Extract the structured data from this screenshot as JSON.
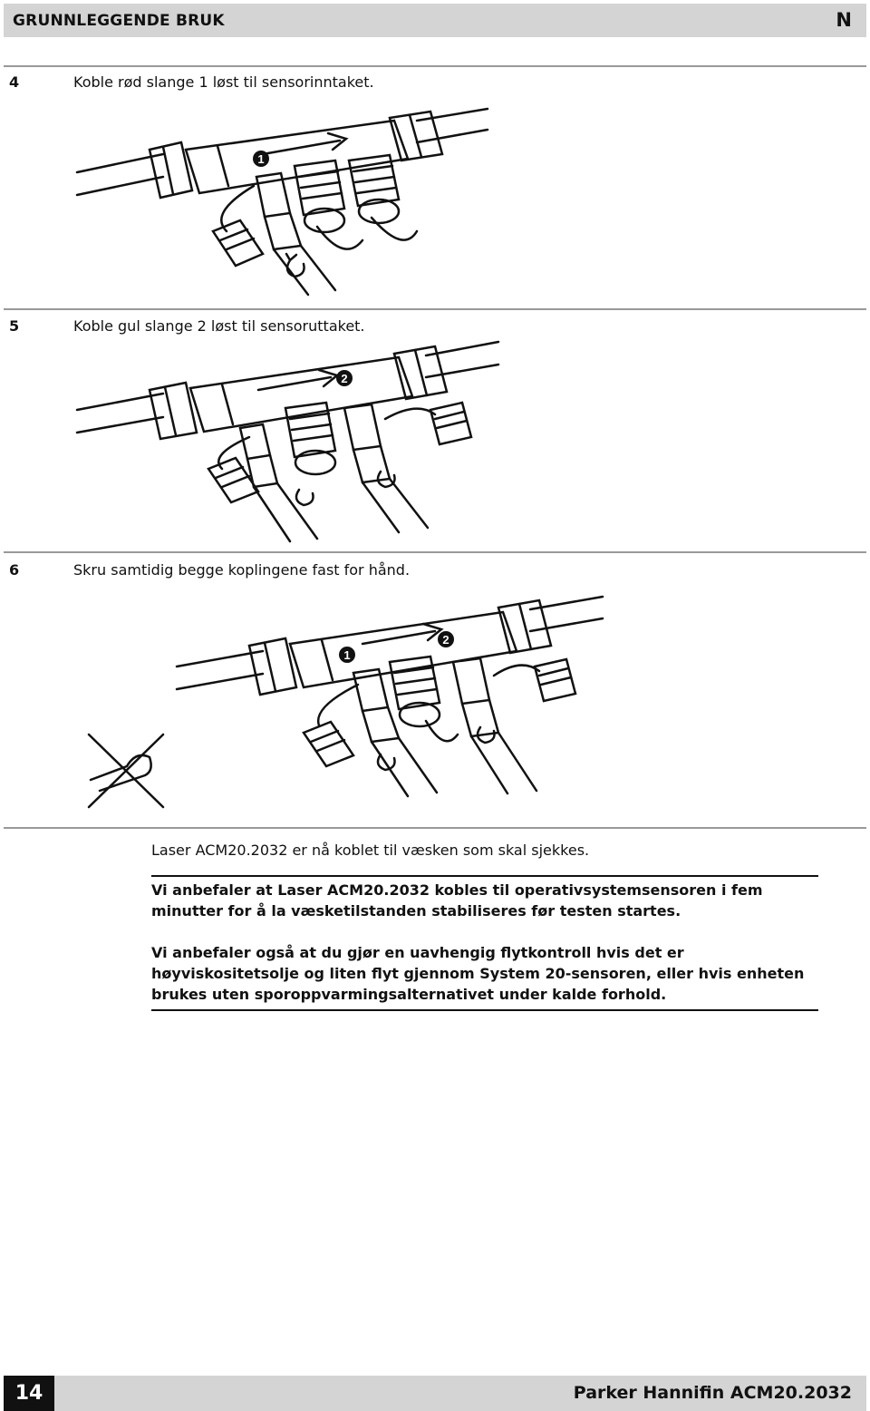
{
  "header": {
    "title": "GRUNNLEGGENDE BRUK",
    "lang": "N"
  },
  "steps": [
    {
      "number": "4",
      "text": "Koble rød slange 1 løst til sensorinntaket."
    },
    {
      "number": "5",
      "text": "Koble gul slange 2 løst til sensoruttaket."
    },
    {
      "number": "6",
      "text": "Skru samtidig begge koplingene fast for hånd."
    }
  ],
  "figures": {
    "fig1": {
      "marker1": "1"
    },
    "fig2": {
      "marker2": "2"
    },
    "fig3": {
      "marker1": "1",
      "marker2": "2"
    }
  },
  "connected_text": "Laser ACM20.2032 er nå koblet til væsken som skal sjekkes.",
  "note": {
    "para1": "Vi anbefaler at Laser ACM20.2032 kobles til operativsystemsensoren i fem minutter for å la væsketilstanden stabiliseres før testen startes.",
    "para2": "Vi anbefaler også at du gjør en uavhengig flytkontroll hvis det er høyviskositetsolje og liten flyt gjennom System 20-sensoren, eller hvis enheten brukes uten sporoppvarmingsalternativet under kalde forhold."
  },
  "footer": {
    "page_number": "14",
    "brand": "Parker Hannifin ACM20.2032"
  }
}
